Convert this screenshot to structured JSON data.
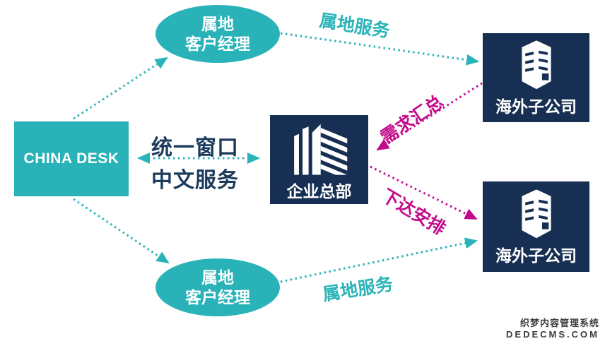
{
  "diagram": {
    "nodes": {
      "china_desk": {
        "label": "CHINA DESK"
      },
      "manager_top": {
        "line1": "属地",
        "line2": "客户经理"
      },
      "manager_bottom": {
        "line1": "属地",
        "line2": "客户经理"
      },
      "headquarters": {
        "label": "企业总部"
      },
      "subsidiary_top": {
        "label": "海外子公司"
      },
      "subsidiary_bottom": {
        "label": "海外子公司"
      }
    },
    "edges": {
      "unified_window_line1": "统一窗口",
      "unified_window_line2": "中文服务",
      "local_service_top": "属地服务",
      "local_service_bottom": "属地服务",
      "demand_summary": "需求汇总",
      "issue_arrangement": "下达安排"
    },
    "colors": {
      "teal": "#2AB3B8",
      "navy": "#162F52",
      "magenta": "#C20B8A",
      "label_navy": "#1B3A5C"
    }
  },
  "watermark": {
    "line1": "织梦内容管理系统",
    "line2": "DEDECMS.COM"
  }
}
